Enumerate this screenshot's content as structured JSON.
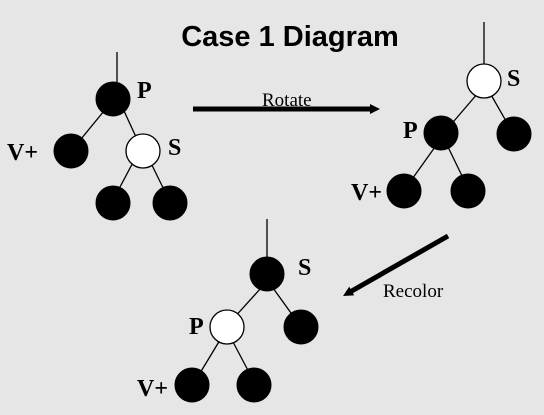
{
  "title": "Case 1 Diagram",
  "colors": {
    "background": "#e6e6e6",
    "black_node": "#000000",
    "white_node": "#ffffff",
    "ink": "#000000"
  },
  "arrows": {
    "rotate": {
      "label": "Rotate"
    },
    "recolor": {
      "label": "Recolor"
    }
  },
  "trees": [
    {
      "id": "before",
      "nodes": [
        {
          "id": "p",
          "color": "black",
          "label": "P"
        },
        {
          "id": "v",
          "color": "black",
          "label": "V+"
        },
        {
          "id": "s",
          "color": "white",
          "label": "S"
        },
        {
          "id": "sl",
          "color": "black",
          "label": ""
        },
        {
          "id": "sr",
          "color": "black",
          "label": ""
        }
      ]
    },
    {
      "id": "after-rotate",
      "nodes": [
        {
          "id": "s",
          "color": "white",
          "label": "S"
        },
        {
          "id": "p",
          "color": "black",
          "label": "P"
        },
        {
          "id": "r",
          "color": "black",
          "label": ""
        },
        {
          "id": "v",
          "color": "black",
          "label": "V+"
        },
        {
          "id": "pr",
          "color": "black",
          "label": ""
        }
      ]
    },
    {
      "id": "after-recolor",
      "nodes": [
        {
          "id": "s",
          "color": "black",
          "label": "S"
        },
        {
          "id": "p",
          "color": "white",
          "label": "P"
        },
        {
          "id": "r",
          "color": "black",
          "label": ""
        },
        {
          "id": "v",
          "color": "black",
          "label": "V+"
        },
        {
          "id": "pr",
          "color": "black",
          "label": ""
        }
      ]
    }
  ]
}
